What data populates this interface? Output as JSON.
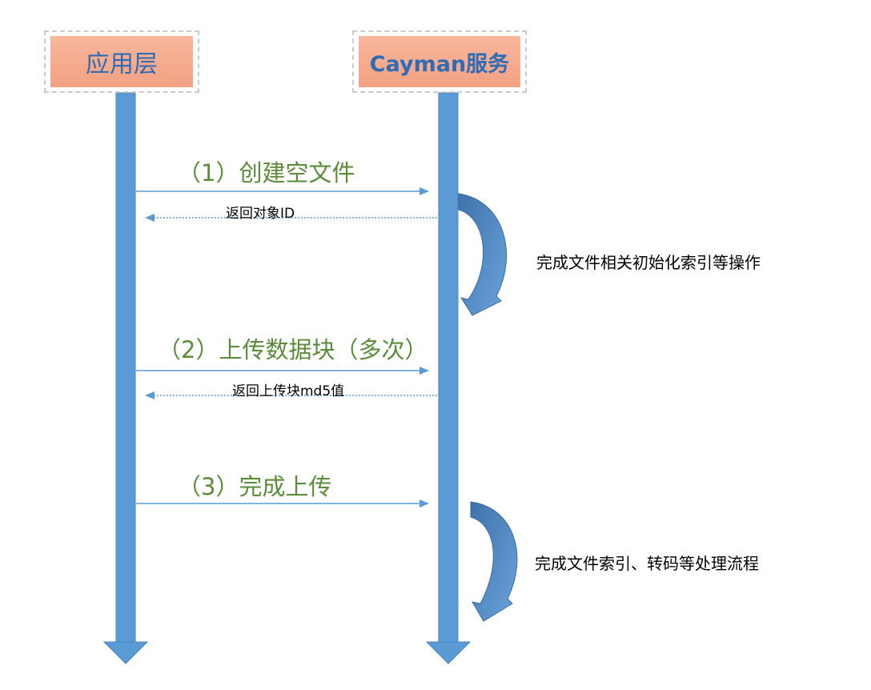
{
  "actors": {
    "app": "应用层",
    "service": "Cayman服务"
  },
  "messages": [
    {
      "step": "（1）创建空文件",
      "reply": "返回对象ID"
    },
    {
      "step": "（2）上传数据块（多次）",
      "reply": "返回上传块md5值"
    },
    {
      "step": "（3）完成上传"
    }
  ],
  "notes": [
    "完成文件相关初始化索引等操作",
    "完成文件索引、转码等处理流程"
  ],
  "colors": {
    "lifeline": "#5b9bd5",
    "lifeline_border": "#4a86c0",
    "actor_fill": "#f4a586",
    "actor_text": "#2e6cb5",
    "step_text": "#5a8c3a",
    "message_line": "#5b9bd5"
  }
}
